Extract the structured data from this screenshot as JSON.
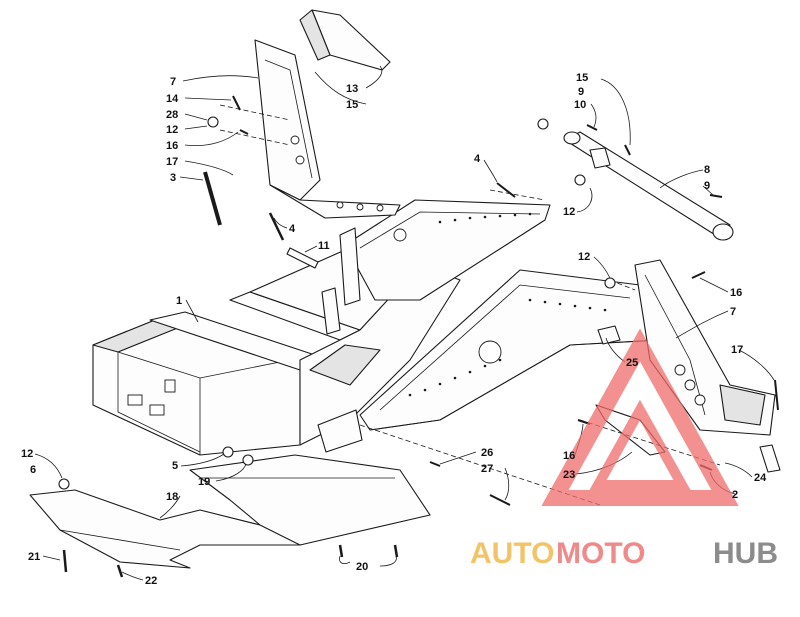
{
  "watermark": {
    "part1": "AUTO",
    "part2": "MOTO",
    "part3": "HUB",
    "color_auto": "#f2c467",
    "color_moto": "#ef8a8a",
    "color_hub": "#8c8c8c",
    "triangle_color": "#ef6b6b"
  },
  "callouts": [
    {
      "id": "c13",
      "text": "13"
    },
    {
      "id": "c15a",
      "text": "15"
    },
    {
      "id": "c7a",
      "text": "7"
    },
    {
      "id": "c14",
      "text": "14"
    },
    {
      "id": "c28",
      "text": "28"
    },
    {
      "id": "c12a",
      "text": "12"
    },
    {
      "id": "c16a",
      "text": "16"
    },
    {
      "id": "c17a",
      "text": "17"
    },
    {
      "id": "c3",
      "text": "3"
    },
    {
      "id": "c4a",
      "text": "4"
    },
    {
      "id": "c11",
      "text": "11"
    },
    {
      "id": "c4b",
      "text": "4"
    },
    {
      "id": "c15b",
      "text": "15"
    },
    {
      "id": "c9a",
      "text": "9"
    },
    {
      "id": "c10",
      "text": "10"
    },
    {
      "id": "c8",
      "text": "8"
    },
    {
      "id": "c9b",
      "text": "9"
    },
    {
      "id": "c12b",
      "text": "12"
    },
    {
      "id": "c12c",
      "text": "12"
    },
    {
      "id": "c16b",
      "text": "16"
    },
    {
      "id": "c7b",
      "text": "7"
    },
    {
      "id": "c1",
      "text": "1"
    },
    {
      "id": "c25",
      "text": "25"
    },
    {
      "id": "c17b",
      "text": "17"
    },
    {
      "id": "c12d",
      "text": "12"
    },
    {
      "id": "c6",
      "text": "6"
    },
    {
      "id": "c5",
      "text": "5"
    },
    {
      "id": "c19",
      "text": "19"
    },
    {
      "id": "c18",
      "text": "18"
    },
    {
      "id": "c26",
      "text": "26"
    },
    {
      "id": "c27",
      "text": "27"
    },
    {
      "id": "c16c",
      "text": "16"
    },
    {
      "id": "c23",
      "text": "23"
    },
    {
      "id": "c24",
      "text": "24"
    },
    {
      "id": "c2",
      "text": "2"
    },
    {
      "id": "c21",
      "text": "21"
    },
    {
      "id": "c22",
      "text": "22"
    },
    {
      "id": "c20",
      "text": "20"
    }
  ]
}
